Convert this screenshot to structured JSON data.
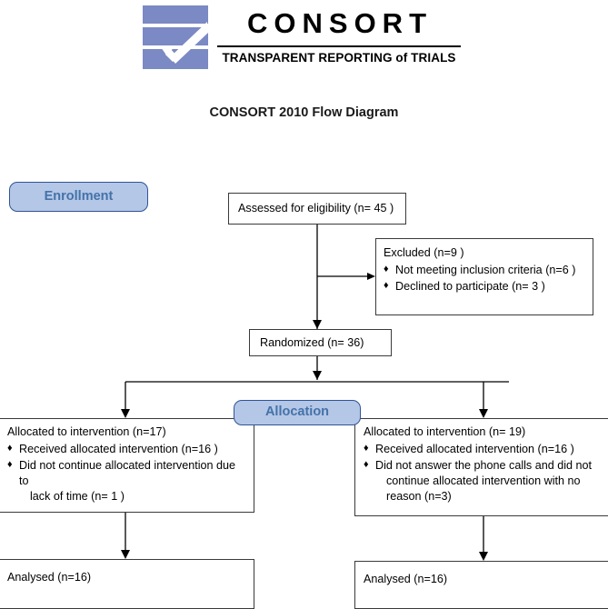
{
  "logo": {
    "wordmark": "CONSORT",
    "tagline": "TRANSPARENT REPORTING of TRIALS",
    "mark_color": "#7b89c4",
    "check_color": "#ffffff"
  },
  "title": "CONSORT 2010 Flow Diagram",
  "colors": {
    "badge_fill": "#b4c7e7",
    "badge_border": "#2f5496",
    "badge_text": "#4472a8",
    "box_border": "#3a3a3a",
    "connector": "#000000"
  },
  "stages": {
    "enrollment": "Enrollment",
    "allocation": "Allocation"
  },
  "boxes": {
    "assessed": {
      "title": "Assessed for eligibility (n= 45 )",
      "items": []
    },
    "excluded": {
      "title": "Excluded (n=9 )",
      "items": [
        "Not meeting inclusion criteria (n=6 )",
        "Declined to participate (n= 3 )"
      ]
    },
    "randomized": {
      "title": "Randomized (n= 36)",
      "items": []
    },
    "allocation_left": {
      "title": "Allocated to intervention (n=17)",
      "items": [
        "Received allocated intervention (n=16 )",
        "Did not continue allocated intervention due to"
      ],
      "item2_cont": "lack of time (n= 1 )"
    },
    "allocation_right": {
      "title": "Allocated to intervention (n= 19)",
      "items": [
        "Received allocated intervention (n=16 )",
        "Did not answer the phone calls and did not"
      ],
      "item2_cont_a": "continue allocated intervention with no",
      "item2_cont_b": "reason (n=3)"
    },
    "analysed_left": {
      "title": "Analysed (n=16)",
      "items": []
    },
    "analysed_right": {
      "title": "Analysed (n=16)",
      "items": []
    }
  },
  "bullet_glyph": "♦"
}
